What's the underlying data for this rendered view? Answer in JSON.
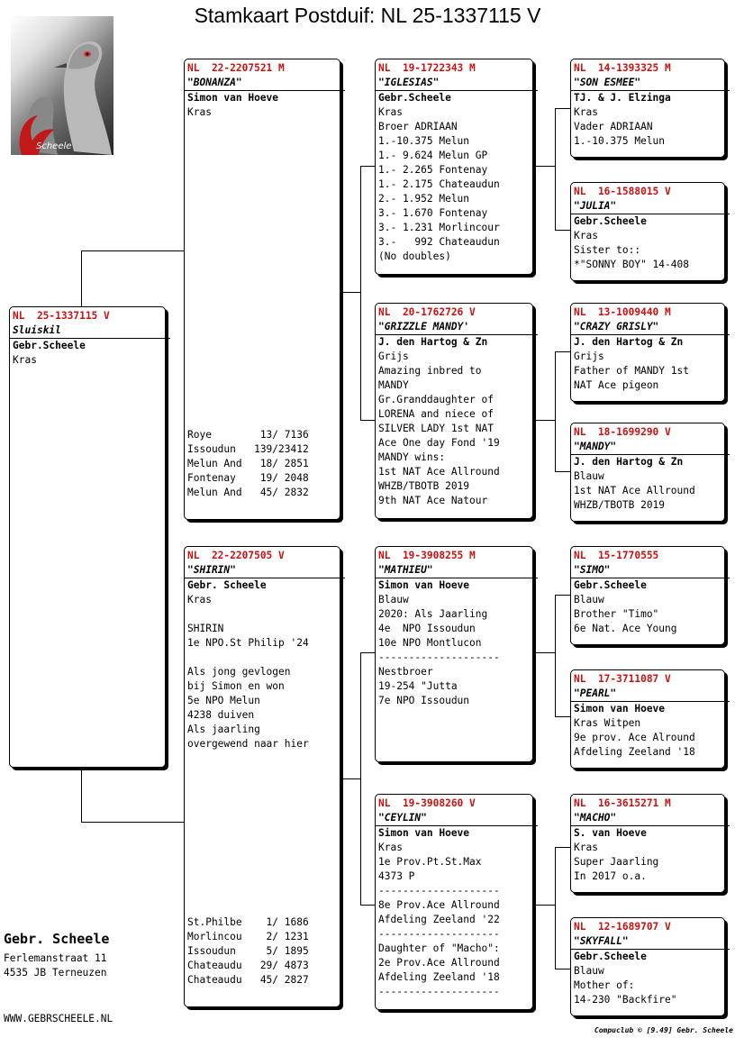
{
  "title": "Stamkaart Postduif: NL  25-1337115 V",
  "colors": {
    "ring": "#cc1111"
  },
  "logo": {
    "icon": "pigeon-logo-icon",
    "text": "Scheele"
  },
  "pigeons": [
    {
      "id": "subject",
      "ring": "NL  25-1337115 V",
      "name": "Sluiskil",
      "lines": [
        {
          "t": "Gebr.Scheele",
          "b": true
        },
        {
          "t": "Kras"
        }
      ],
      "results": []
    },
    {
      "id": "father",
      "ring": "NL  22-2207521 M",
      "name": "\"BONANZA\"",
      "lines": [
        {
          "t": "Simon van Hoeve",
          "b": true
        },
        {
          "t": "Kras"
        }
      ],
      "results": [
        "Roye        13/ 7136",
        "Issoudun   139/23412",
        "Melun And   18/ 2851",
        "Fontenay    19/ 2048",
        "Melun And   45/ 2832"
      ]
    },
    {
      "id": "mother",
      "ring": "NL  22-2207505 V",
      "name": "\"SHIRIN\"",
      "lines": [
        {
          "t": "Gebr. Scheele",
          "b": true
        },
        {
          "t": "Kras"
        },
        {
          "t": ""
        },
        {
          "t": "SHIRIN"
        },
        {
          "t": "1e NPO.St Philip '24"
        },
        {
          "t": ""
        },
        {
          "t": "Als jong gevlogen"
        },
        {
          "t": "bij Simon en won"
        },
        {
          "t": "5e NPO Melun"
        },
        {
          "t": "4238 duiven"
        },
        {
          "t": "Als jaarling"
        },
        {
          "t": "overgewend naar hier"
        }
      ],
      "results": [
        "St.Philbe    1/ 1686",
        "Morlincou    2/ 1231",
        "Issoudun     5/ 1895",
        "Chateaudu   29/ 4873",
        "Chateaudu   45/ 2827"
      ]
    },
    {
      "id": "ff",
      "ring": "NL  19-1722343 M",
      "name": "\"IGLESIAS\"",
      "lines": [
        {
          "t": "Gebr.Scheele",
          "b": true
        },
        {
          "t": "Kras"
        },
        {
          "t": "Broer ADRIAAN"
        },
        {
          "t": "1.-10.375 Melun"
        },
        {
          "t": "1.- 9.624 Melun GP"
        },
        {
          "t": "1.- 2.265 Fontenay"
        },
        {
          "t": "1.- 2.175 Chateaudun"
        },
        {
          "t": "2.- 1.952 Melun"
        },
        {
          "t": "3.- 1.670 Fontenay"
        },
        {
          "t": "3.- 1.231 Morlincour"
        },
        {
          "t": "3.-   992 Chateaudun"
        },
        {
          "t": "(No doubles)"
        }
      ],
      "results": []
    },
    {
      "id": "fm",
      "ring": "NL  20-1762726 V",
      "name": "\"GRIZZLE MANDY'",
      "lines": [
        {
          "t": "J. den Hartog & Zn",
          "b": true
        },
        {
          "t": "Grijs"
        },
        {
          "t": "Amazing inbred to"
        },
        {
          "t": "MANDY"
        },
        {
          "t": "Gr.Granddaughter of"
        },
        {
          "t": "LORENA and niece of"
        },
        {
          "t": "SILVER LADY 1st NAT"
        },
        {
          "t": "Ace One day Fond '19"
        },
        {
          "t": "MANDY wins:"
        },
        {
          "t": "1st NAT Ace Allround"
        },
        {
          "t": "WHZB/TBOTB 2019"
        },
        {
          "t": "9th NAT Ace Natour"
        }
      ],
      "results": []
    },
    {
      "id": "mf",
      "ring": "NL  19-3908255 M",
      "name": "\"MATHIEU\"",
      "lines": [
        {
          "t": "Simon van Hoeve",
          "b": true
        },
        {
          "t": "Blauw"
        },
        {
          "t": "2020: Als Jaarling"
        },
        {
          "t": "4e  NPO Issoudun"
        },
        {
          "t": "10e NPO Montlucon"
        },
        {
          "t": "--------------------"
        },
        {
          "t": "Nestbroer"
        },
        {
          "t": "19-254 \"Jutta"
        },
        {
          "t": "7e NPO Issoudun"
        }
      ],
      "results": []
    },
    {
      "id": "mm",
      "ring": "NL  19-3908260 V",
      "name": "\"CEYLIN\"",
      "lines": [
        {
          "t": "Simon van Hoeve",
          "b": true
        },
        {
          "t": "Kras"
        },
        {
          "t": "1e Prov.Pt.St.Max"
        },
        {
          "t": "4373 P"
        },
        {
          "t": "--------------------"
        },
        {
          "t": "8e Prov.Ace Allround"
        },
        {
          "t": "Afdeling Zeeland '22"
        },
        {
          "t": "--------------------"
        },
        {
          "t": "Daughter of \"Macho\":"
        },
        {
          "t": "2e Prov.Ace Allround"
        },
        {
          "t": "Afdeling Zeeland '18"
        },
        {
          "t": "--------------------"
        }
      ],
      "results": []
    },
    {
      "id": "fff",
      "ring": "NL  14-1393325 M",
      "name": "\"SON ESMEE\"",
      "lines": [
        {
          "t": "TJ. & J. Elzinga",
          "b": true
        },
        {
          "t": "Kras"
        },
        {
          "t": "Vader ADRIAAN"
        },
        {
          "t": "1.-10.375 Melun"
        }
      ],
      "results": []
    },
    {
      "id": "ffm",
      "ring": "NL  16-1588015 V",
      "name": "\"JULIA\"",
      "lines": [
        {
          "t": "Gebr.Scheele",
          "b": true
        },
        {
          "t": "Kras"
        },
        {
          "t": "Sister to::"
        },
        {
          "t": "*\"SONNY BOY\" 14-408"
        }
      ],
      "results": []
    },
    {
      "id": "fmf",
      "ring": "NL  13-1009440 M",
      "name": "\"CRAZY GRISLY\"",
      "lines": [
        {
          "t": "J. den Hartog & Zn",
          "b": true
        },
        {
          "t": "Grijs"
        },
        {
          "t": "Father of MANDY 1st"
        },
        {
          "t": "NAT Ace pigeon"
        }
      ],
      "results": []
    },
    {
      "id": "fmm",
      "ring": "NL  18-1699290 V",
      "name": "\"MANDY\"",
      "lines": [
        {
          "t": "J. den Hartog & Zn",
          "b": true
        },
        {
          "t": "Blauw"
        },
        {
          "t": "1st NAT Ace Allround"
        },
        {
          "t": "WHZB/TBOTB 2019"
        }
      ],
      "results": []
    },
    {
      "id": "mff",
      "ring": "NL  15-1770555",
      "name": "\"SIMO\"",
      "lines": [
        {
          "t": "Gebr.Scheele",
          "b": true
        },
        {
          "t": "Blauw"
        },
        {
          "t": "Brother \"Timo\""
        },
        {
          "t": "6e Nat. Ace Young"
        }
      ],
      "results": []
    },
    {
      "id": "mfm",
      "ring": "NL  17-3711087 V",
      "name": "\"PEARL\"",
      "lines": [
        {
          "t": "Simon van Hoeve",
          "b": true
        },
        {
          "t": "Kras Witpen"
        },
        {
          "t": "9e prov. Ace Alround"
        },
        {
          "t": "Afdeling Zeeland '18"
        }
      ],
      "results": []
    },
    {
      "id": "mmf",
      "ring": "NL  16-3615271 M",
      "name": "\"MACHO\"",
      "lines": [
        {
          "t": "S. van Hoeve",
          "b": true
        },
        {
          "t": "Kras"
        },
        {
          "t": "Super Jaarling"
        },
        {
          "t": "In 2017 o.a."
        }
      ],
      "results": []
    },
    {
      "id": "mmm",
      "ring": "NL  12-1689707 V",
      "name": "\"SKYFALL\"",
      "lines": [
        {
          "t": "Gebr.Scheele",
          "b": true
        },
        {
          "t": "Blauw"
        },
        {
          "t": "Mother of:"
        },
        {
          "t": "14-230 \"Backfire\""
        }
      ],
      "results": []
    }
  ],
  "breeder": {
    "name": "Gebr. Scheele",
    "address1": "Ferlemanstraat 11",
    "address2": "4535 JB  Terneuzen"
  },
  "website": "WWW.GEBRSCHEELE.NL",
  "footer": "Compuclub © [9.49]  Gebr. Scheele"
}
